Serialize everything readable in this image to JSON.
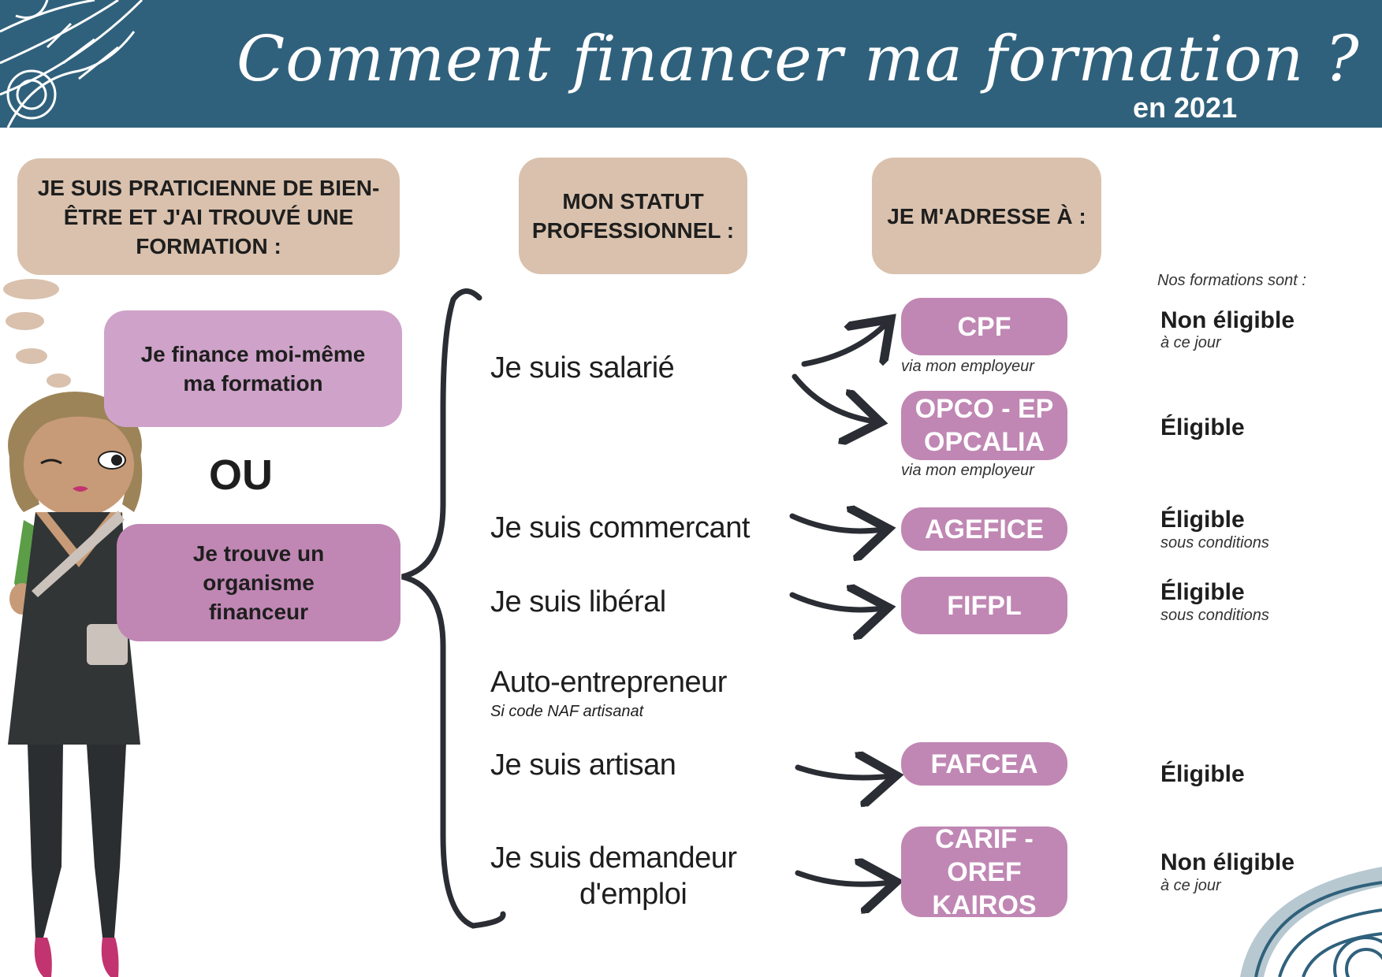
{
  "header": {
    "title": "Comment financer ma formation ?",
    "year": "en 2021"
  },
  "columns": {
    "col1": "JE SUIS PRATICIENNE DE BIEN-ÊTRE ET J'AI TROUVÉ UNE FORMATION :",
    "col2": "MON STATUT PROFESSIONNEL :",
    "col3": "JE M'ADRESSE À :"
  },
  "options": {
    "self": "Je finance moi-même ma formation",
    "or": "OU",
    "organism": "Je trouve un organisme financeur"
  },
  "statuses": {
    "salarie": "Je suis salarié",
    "commercant": "Je suis commercant",
    "liberal": "Je suis libéral",
    "auto": "Auto-entrepreneur",
    "auto_note": "Si code NAF artisanat",
    "artisan": "Je suis artisan",
    "demandeur_1": "Je suis demandeur",
    "demandeur_2": "d'emploi"
  },
  "organisms": {
    "cpf": "CPF",
    "cpf_note": "via mon employeur",
    "opco_1": "OPCO - EP",
    "opco_2": "OPCALIA",
    "opco_note": "via mon employeur",
    "agefice": "AGEFICE",
    "fifpl": "FIFPL",
    "fafcea": "FAFCEA",
    "carif_1": "CARIF - OREF",
    "carif_2": "KAIROS"
  },
  "eligibility": {
    "heading": "Nos formations sont :",
    "cpf": "Non éligible",
    "cpf_note": "à ce jour",
    "opco": "Éligible",
    "agefice": "Éligible",
    "agefice_note": "sous conditions",
    "fifpl": "Éligible",
    "fifpl_note": "sous conditions",
    "fafcea": "Éligible",
    "carif": "Non éligible",
    "carif_note": "à ce jour"
  },
  "colors": {
    "banner": "#30617c",
    "beige": "#d9c1ad",
    "mauve_light": "#cfa3c9",
    "mauve": "#c087b4",
    "arrow": "#2a2d33"
  }
}
